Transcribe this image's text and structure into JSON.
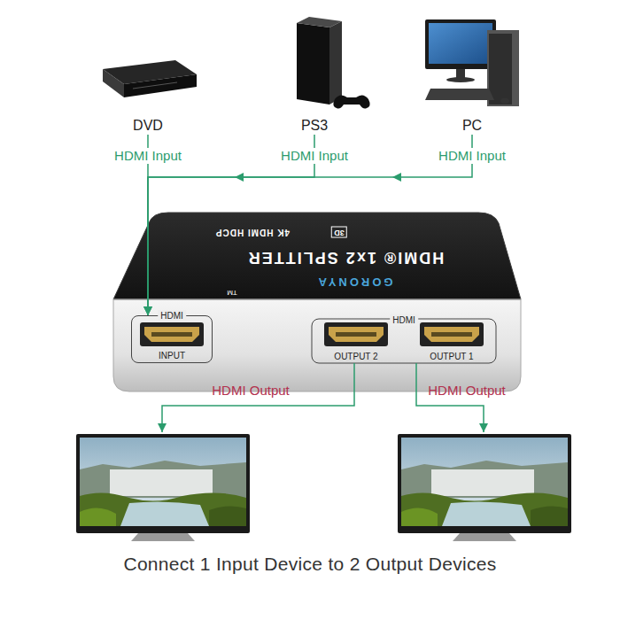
{
  "diagram": {
    "caption": "Connect 1 Input Device to 2 Output Devices",
    "nodes": [
      {
        "text": [
          "DVD"
        ]
      },
      {
        "text": [
          "PS3"
        ]
      },
      {
        "text": [
          "PC"
        ]
      },
      {
        "text": [
          "HDMI® 1x2 SPLITTER",
          "4K HDMI HDCP",
          "3D",
          "GORONYA",
          "TM"
        ]
      },
      {
        "text": [
          "HDMI",
          "INPUT"
        ],
        "in": 3
      },
      {
        "text": [
          "OUTPUT 2"
        ],
        "in": 3
      },
      {
        "text": [
          "OUTPUT 1"
        ],
        "in": 3
      }
    ],
    "edges": [
      {
        "from": 0,
        "to": 4,
        "arrow": "to",
        "label": "HDMI Input"
      },
      {
        "from": 1,
        "to": 4,
        "arrow": "to",
        "label": "HDMI Input"
      },
      {
        "from": 2,
        "to": 4,
        "arrow": "to",
        "label": "HDMI Input"
      }
    ],
    "labels": [
      "HDMI",
      "HDMI Output",
      "HDMI Output"
    ]
  }
}
